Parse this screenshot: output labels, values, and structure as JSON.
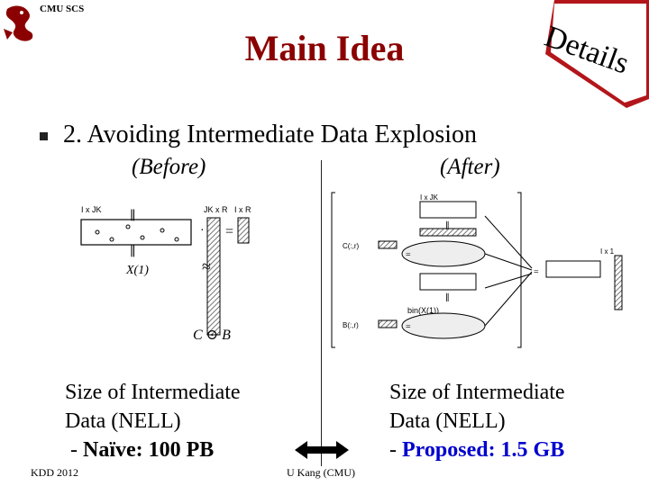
{
  "header": {
    "org_label": "CMU SCS",
    "title": "Main Idea",
    "badge": "Details"
  },
  "bullet": {
    "text": "2. Avoiding Intermediate Data Explosion"
  },
  "columns": {
    "before": {
      "label": "(Before)",
      "caption_line1": "Size of Intermediate",
      "caption_line2": "Data (NELL)",
      "caption_prefix": " - ",
      "caption_highlight": "Naïve: 100 PB",
      "diagram": {
        "matrix_left_label": "I x JK",
        "matrix_right_label": "JK x R",
        "result_label": "I x R",
        "bottom_label": "C ⊙ B",
        "x_label": "X(1)"
      }
    },
    "after": {
      "label": "(After)",
      "caption_line1": "Size of Intermediate",
      "caption_line2": "Data (NELL)",
      "caption_prefix": "- ",
      "caption_highlight": "Proposed: 1.5 GB",
      "diagram": {
        "top_matrix_label": "I x JK",
        "top_row_label": "C(:,r)",
        "bottom_row_label": "B(:,r)",
        "bin_label": "bin(X(1))",
        "result_label": "I x 1"
      }
    }
  },
  "footer": {
    "left": "KDD 2012",
    "center": "U Kang (CMU)"
  },
  "colors": {
    "title": "#8b0000",
    "highlight_after": "#0000cc",
    "logo": "#8b0000"
  }
}
